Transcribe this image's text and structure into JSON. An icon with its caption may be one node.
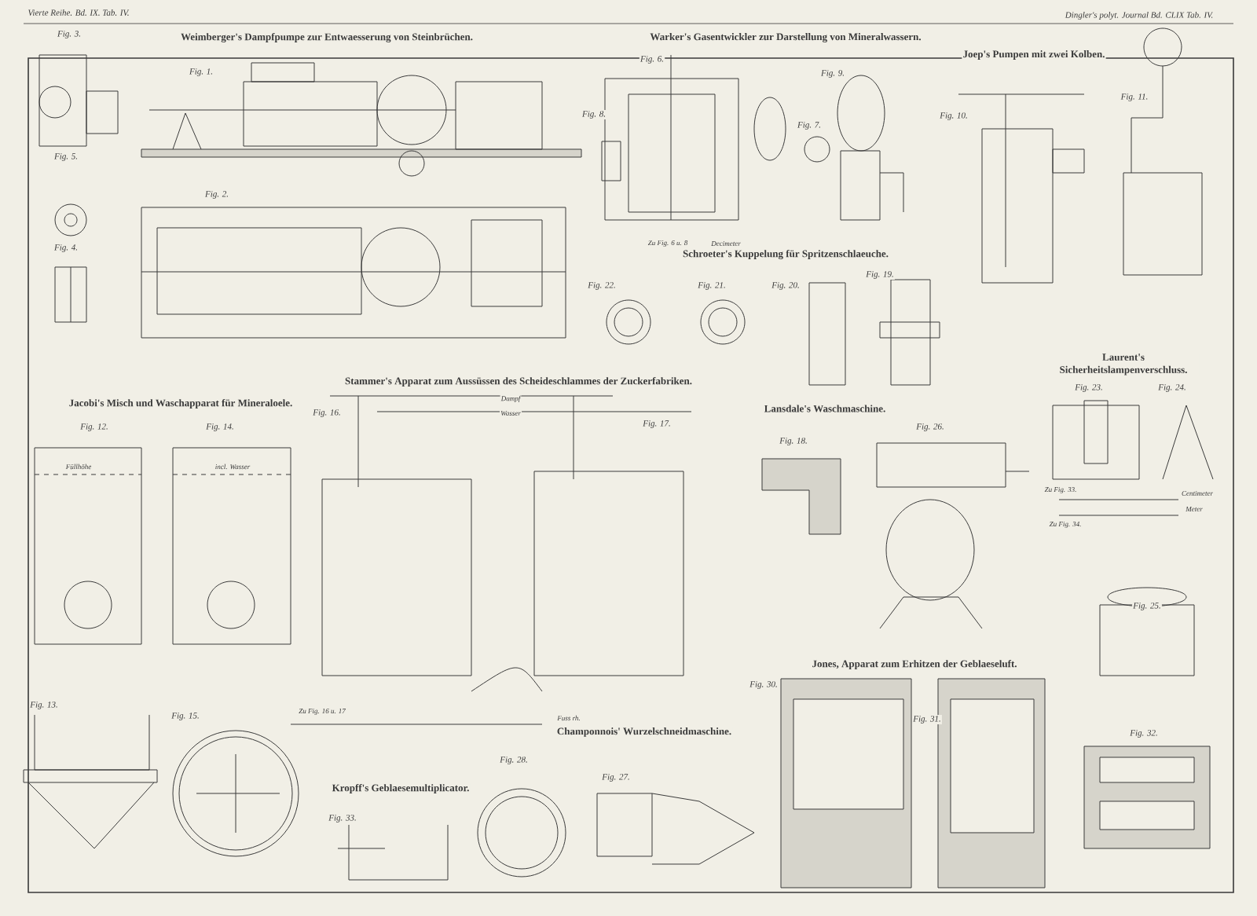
{
  "diagram": {
    "labels": [
      "Vierte Reihe. Bd. IX. Tab. IV.",
      "Dingler's polyt. Journal Bd. CLIX Tab. IV.",
      "Weimberger's Dampfpumpe zur Entwaesserung von Steinbrüchen.",
      "Warker's Gasentwickler zur Darstellung von Mineralwassern.",
      "Joep's Pumpen mit zwei Kolben.",
      "Schroeter's Kuppelung für Spritzenschlaeuche.",
      "Laurent's Sicherheitslampenverschluss.",
      "Jacobi's Misch und Waschapparat für Mineraloele.",
      "Stammer's Apparat zum Aussüssen des Scheideschlammes der Zuckerfabriken.",
      "Lansdale's Waschmaschine.",
      "Champonnois' Wurzelschneidmaschine.",
      "Kropff's Geblaesemultiplicator.",
      "Jones, Apparat zum Erhitzen der Geblaeseluft.",
      "Fig. 3.",
      "Fig. 1.",
      "Fig. 5.",
      "Fig. 2.",
      "Fig. 4.",
      "Fig. 6.",
      "Fig. 8.",
      "Fig. 7.",
      "Fig. 9.",
      "Fig. 10.",
      "Fig. 11.",
      "Fig. 22.",
      "Fig. 21.",
      "Fig. 20.",
      "Fig. 19.",
      "Fig. 23.",
      "Fig. 24.",
      "Fig. 12.",
      "Fig. 14.",
      "Fig. 16.",
      "Fig. 17.",
      "Fig. 18.",
      "Fig. 26.",
      "Fig. 13.",
      "Fig. 15.",
      "Fig. 25.",
      "Fig. 28.",
      "Fig. 27.",
      "Fig. 33.",
      "Fig. 30.",
      "Fig. 31.",
      "Fig. 32.",
      "Dampf",
      "Wasser",
      "Füllhöhe",
      "incl. Wasser",
      "Zu Fig. 16 u. 17",
      "Fuss rh.",
      "Zu Fig. 33.",
      "Centimeter",
      "Meter",
      "Zu Fig. 34.",
      "Zu Fig. 6 u. 8",
      "Decimeter"
    ]
  }
}
